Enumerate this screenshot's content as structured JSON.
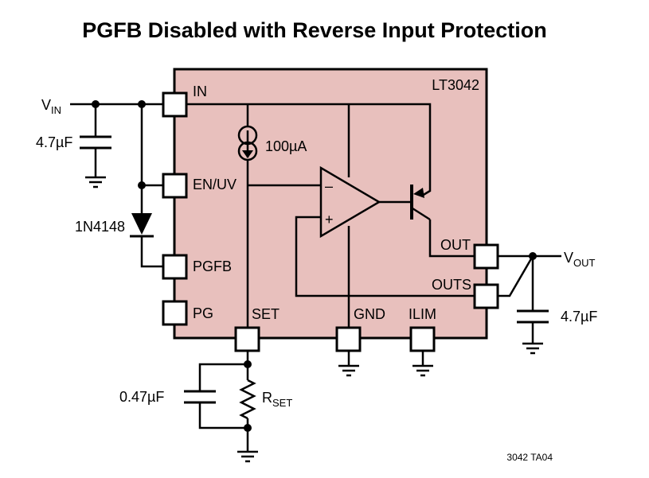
{
  "title": "PGFB Disabled with Reverse Input Protection",
  "chip": {
    "name": "LT3042",
    "pins": {
      "in": "IN",
      "en_uv": "EN/UV",
      "pgfb": "PGFB",
      "pg": "PG",
      "set": "SET",
      "gnd": "GND",
      "ilim": "ILIM",
      "out": "OUT",
      "outs": "OUTS"
    },
    "current_source": "100µA",
    "opamp_inverting": "–",
    "opamp_noninverting": "+"
  },
  "external": {
    "vin_main": "V",
    "vin_sub": "IN",
    "vout_main": "V",
    "vout_sub": "OUT",
    "cin": "4.7µF",
    "cout": "4.7µF",
    "diode": "1N4148",
    "cset": "0.47µF",
    "rset_main": "R",
    "rset_sub": "SET"
  },
  "figure_id": "3042 TA04"
}
